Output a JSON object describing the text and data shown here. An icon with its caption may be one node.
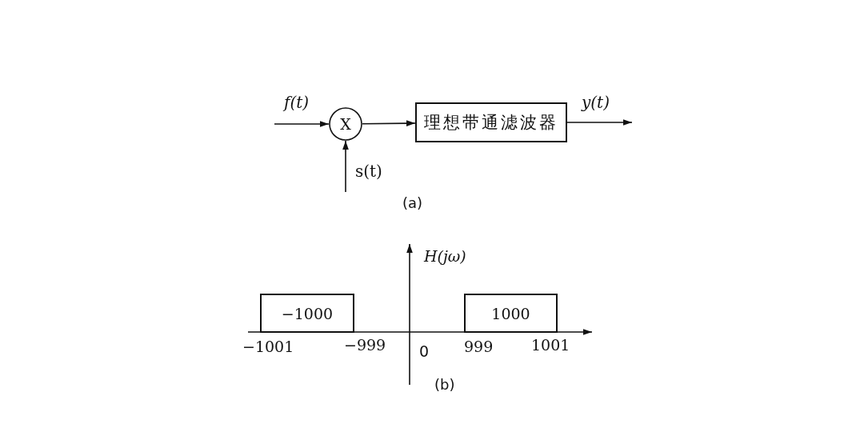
{
  "diagram": {
    "nodes": [
      {
        "text": [
          "X"
        ]
      },
      {
        "text": [
          "理想带通滤波器"
        ]
      },
      {
        "text": [
          "−1000"
        ]
      },
      {
        "text": [
          "1000"
        ]
      }
    ],
    "edges": [
      {
        "from": null,
        "to": 0,
        "arrow": "to",
        "label": "f(t)"
      },
      {
        "from": null,
        "to": 0,
        "arrow": "to",
        "label": "s(t)"
      },
      {
        "from": 0,
        "to": 1,
        "arrow": "to"
      },
      {
        "from": 1,
        "to": null,
        "arrow": "to",
        "label": "y(t)"
      }
    ],
    "labels": [
      "(a)",
      "H(jω)",
      "−1001",
      "−999",
      "0",
      "999",
      "1001",
      "(b)"
    ]
  }
}
